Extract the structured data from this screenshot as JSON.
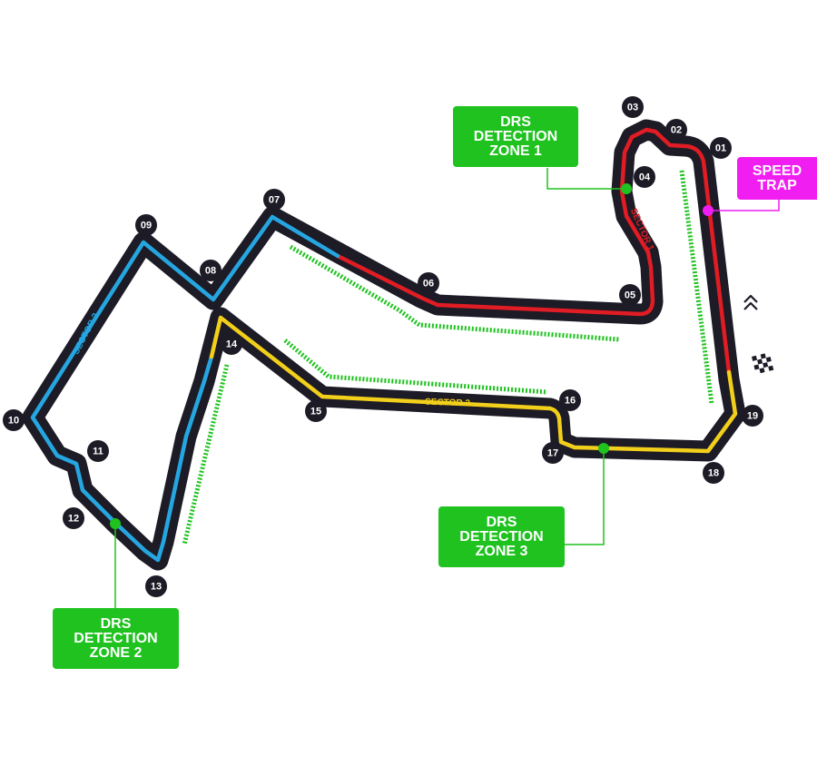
{
  "colors": {
    "track": "#1c1b26",
    "sector1": "#e01c24",
    "sector2": "#26a6e0",
    "sector3": "#f2cf1b",
    "drs": "#1fc21f",
    "speed_trap": "#f01ef0"
  },
  "sector_labels": {
    "sector1": "SECTOR 1",
    "sector2": "SECTOR 2",
    "sector3": "SECTOR 3"
  },
  "turns": [
    "01",
    "02",
    "03",
    "04",
    "05",
    "06",
    "07",
    "08",
    "09",
    "10",
    "11",
    "12",
    "13",
    "14",
    "15",
    "16",
    "17",
    "18",
    "19"
  ],
  "drs_zones": [
    {
      "lines": [
        "DRS",
        "DETECTION",
        "ZONE 1"
      ]
    },
    {
      "lines": [
        "DRS",
        "DETECTION",
        "ZONE 2"
      ]
    },
    {
      "lines": [
        "DRS",
        "DETECTION",
        "ZONE 3"
      ]
    }
  ],
  "speed_trap": {
    "lines": [
      "SPEED",
      "TRAP"
    ]
  },
  "icons": {
    "finish": "checkered-flag-icon",
    "direction": "direction-chevrons-icon"
  }
}
